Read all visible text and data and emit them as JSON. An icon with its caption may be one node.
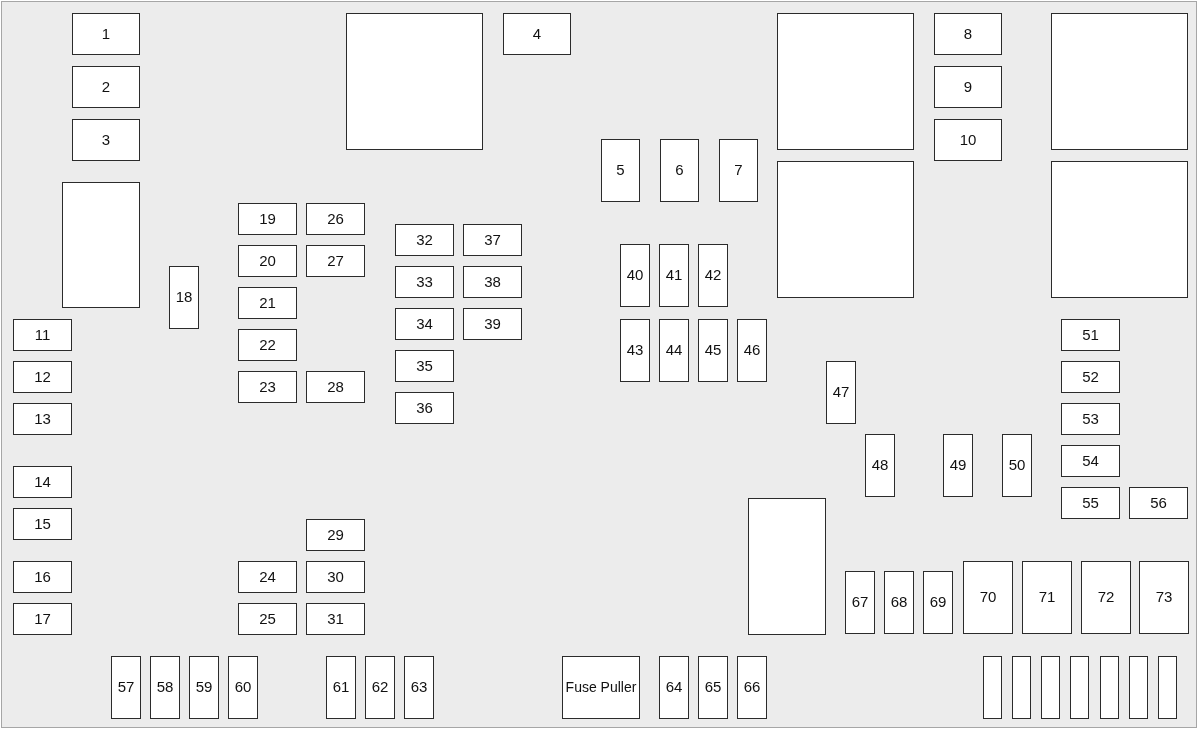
{
  "diagram": {
    "nodes": [
      {
        "text": [
          "1"
        ]
      },
      {
        "text": [
          "2"
        ]
      },
      {
        "text": [
          "3"
        ]
      },
      {
        "text": [
          "4"
        ]
      },
      {
        "text": [
          "5"
        ]
      },
      {
        "text": [
          "6"
        ]
      },
      {
        "text": [
          "7"
        ]
      },
      {
        "text": [
          "8"
        ]
      },
      {
        "text": [
          "9"
        ]
      },
      {
        "text": [
          "10"
        ]
      },
      {
        "text": [
          "11"
        ]
      },
      {
        "text": [
          "12"
        ]
      },
      {
        "text": [
          "13"
        ]
      },
      {
        "text": [
          "14"
        ]
      },
      {
        "text": [
          "15"
        ]
      },
      {
        "text": [
          "16"
        ]
      },
      {
        "text": [
          "17"
        ]
      },
      {
        "text": [
          "18"
        ]
      },
      {
        "text": [
          "19"
        ]
      },
      {
        "text": [
          "20"
        ]
      },
      {
        "text": [
          "21"
        ]
      },
      {
        "text": [
          "22"
        ]
      },
      {
        "text": [
          "23"
        ]
      },
      {
        "text": [
          "24"
        ]
      },
      {
        "text": [
          "25"
        ]
      },
      {
        "text": [
          "26"
        ]
      },
      {
        "text": [
          "27"
        ]
      },
      {
        "text": [
          "28"
        ]
      },
      {
        "text": [
          "29"
        ]
      },
      {
        "text": [
          "30"
        ]
      },
      {
        "text": [
          "31"
        ]
      },
      {
        "text": [
          "32"
        ]
      },
      {
        "text": [
          "33"
        ]
      },
      {
        "text": [
          "34"
        ]
      },
      {
        "text": [
          "35"
        ]
      },
      {
        "text": [
          "36"
        ]
      },
      {
        "text": [
          "37"
        ]
      },
      {
        "text": [
          "38"
        ]
      },
      {
        "text": [
          "39"
        ]
      },
      {
        "text": [
          "40"
        ]
      },
      {
        "text": [
          "41"
        ]
      },
      {
        "text": [
          "42"
        ]
      },
      {
        "text": [
          "43"
        ]
      },
      {
        "text": [
          "44"
        ]
      },
      {
        "text": [
          "45"
        ]
      },
      {
        "text": [
          "46"
        ]
      },
      {
        "text": [
          "47"
        ]
      },
      {
        "text": [
          "48"
        ]
      },
      {
        "text": [
          "49"
        ]
      },
      {
        "text": [
          "50"
        ]
      },
      {
        "text": [
          "51"
        ]
      },
      {
        "text": [
          "52"
        ]
      },
      {
        "text": [
          "53"
        ]
      },
      {
        "text": [
          "54"
        ]
      },
      {
        "text": [
          "55"
        ]
      },
      {
        "text": [
          "56"
        ]
      },
      {
        "text": [
          "57"
        ]
      },
      {
        "text": [
          "58"
        ]
      },
      {
        "text": [
          "59"
        ]
      },
      {
        "text": [
          "60"
        ]
      },
      {
        "text": [
          "61"
        ]
      },
      {
        "text": [
          "62"
        ]
      },
      {
        "text": [
          "63"
        ]
      },
      {
        "text": [
          "64"
        ]
      },
      {
        "text": [
          "65"
        ]
      },
      {
        "text": [
          "66"
        ]
      },
      {
        "text": [
          "67"
        ]
      },
      {
        "text": [
          "68"
        ]
      },
      {
        "text": [
          "69"
        ]
      },
      {
        "text": [
          "70"
        ]
      },
      {
        "text": [
          "71"
        ]
      },
      {
        "text": [
          "72"
        ]
      },
      {
        "text": [
          "73"
        ]
      },
      {
        "text": [
          "Fuse Puller"
        ]
      },
      {
        "text": [],
        "shape": "box"
      },
      {
        "text": [],
        "shape": "box"
      },
      {
        "text": [],
        "shape": "box"
      },
      {
        "text": [],
        "shape": "box"
      },
      {
        "text": [],
        "shape": "box"
      },
      {
        "text": [],
        "shape": "box"
      },
      {
        "text": [],
        "shape": "box"
      },
      {
        "text": [],
        "shape": "box"
      },
      {
        "text": [],
        "shape": "box"
      },
      {
        "text": [],
        "shape": "box"
      },
      {
        "text": [],
        "shape": "box"
      },
      {
        "text": [],
        "shape": "box"
      },
      {
        "text": [],
        "shape": "box"
      },
      {
        "text": [],
        "shape": "box"
      }
    ]
  }
}
